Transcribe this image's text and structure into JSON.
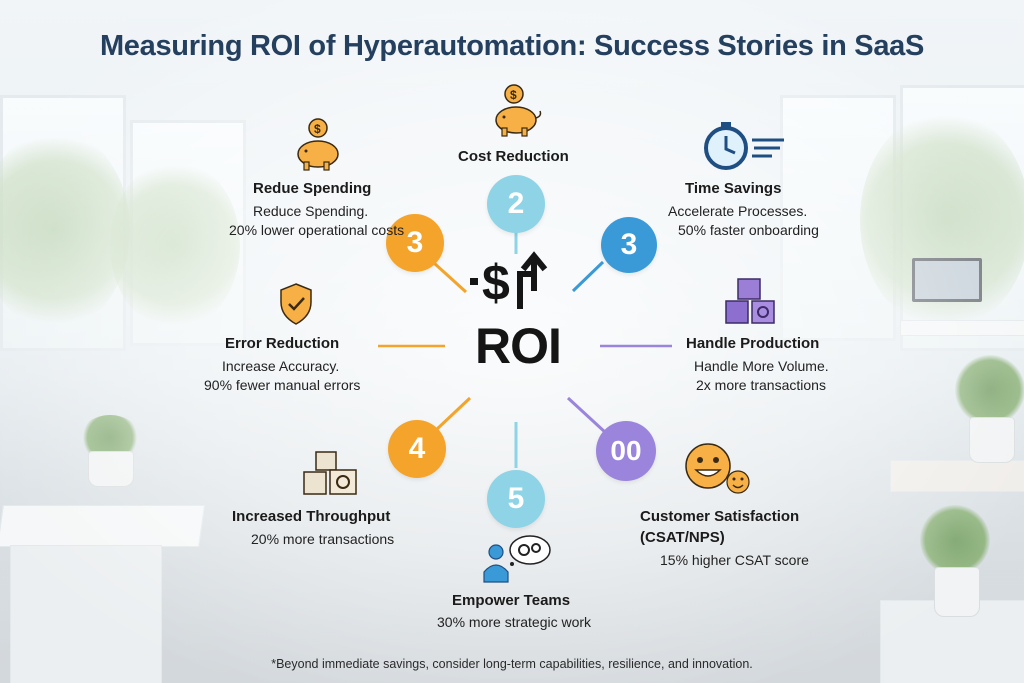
{
  "title": "Measuring ROI of Hyperautomation: Success Stories in SaaS",
  "center": {
    "label": "ROI"
  },
  "nodes": [
    {
      "number": "2",
      "title": "Cost Reduction",
      "icon": "piggy-bank-icon",
      "color": "#8ed3e6"
    },
    {
      "number": "3",
      "title": "Time Savings",
      "line1": "Accelerate Processes.",
      "line2": "50% faster onboarding",
      "icon": "stopwatch-icon",
      "color": "#3a9ad8"
    },
    {
      "number": "",
      "title": "Handle Production",
      "line1": "Handle More Volume.",
      "line2": "2x more transactions",
      "icon": "cubes-icon",
      "color": "#9a84dc"
    },
    {
      "number": "00",
      "title": "Customer Satisfaction",
      "title2": "(CSAT/NPS)",
      "line1": "15% higher CSAT score",
      "icon": "smiley-icon",
      "color": "#9a84dc"
    },
    {
      "number": "5",
      "title": "Empower Teams",
      "line1": "30% more strategic work",
      "icon": "team-gears-icon",
      "color": "#8ed3e6"
    },
    {
      "number": "4",
      "title": "Increased Throughput",
      "line1": "20% more transactions",
      "icon": "boxes-icon",
      "color": "#f4a42a"
    },
    {
      "number": "",
      "title": "Error Reduction",
      "line1": "Increase Accuracy.",
      "line2": "90% fewer manual errors",
      "icon": "shield-check-icon",
      "color": "#f4a42a"
    },
    {
      "number": "3",
      "title": "Redue Spending",
      "line1": "Reduce Spending.",
      "line2": "20% lower operational costs",
      "icon": "piggy-bank-icon",
      "color": "#f4a42a"
    }
  ],
  "footnote": "*Beyond immediate savings, consider long-term capabilities, resilience, and innovation."
}
